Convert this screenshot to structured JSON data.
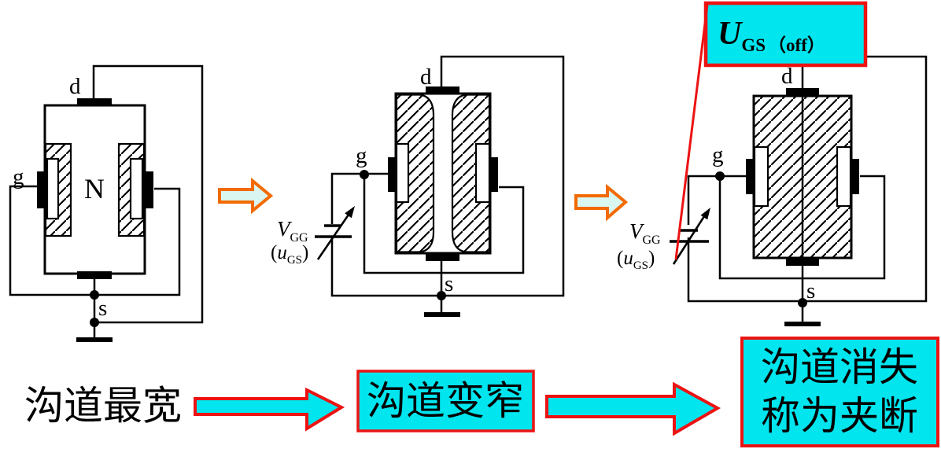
{
  "diagram_labels": {
    "drain": "d",
    "gate": "g",
    "source": "s",
    "channel": "N"
  },
  "gate_supply": {
    "v": "V",
    "v_sub": "GG",
    "paren_open": "(",
    "u": "u",
    "u_sub": "GS",
    "paren_close": ")"
  },
  "pinchoff_voltage": {
    "symbol": "U",
    "symbol_sub": "GS",
    "suffix": "（off）"
  },
  "captions": {
    "stage1": "沟道最宽",
    "stage2": "沟道变窄",
    "stage3_line1": "沟道消失",
    "stage3_line2": "称为夹断"
  },
  "colors": {
    "cyan": "#00e5ee",
    "red": "#ec1313",
    "orange": "#f26a00",
    "pale_cyan": "#d9f6f0",
    "ink": "#000000",
    "background": "#ffffff"
  }
}
